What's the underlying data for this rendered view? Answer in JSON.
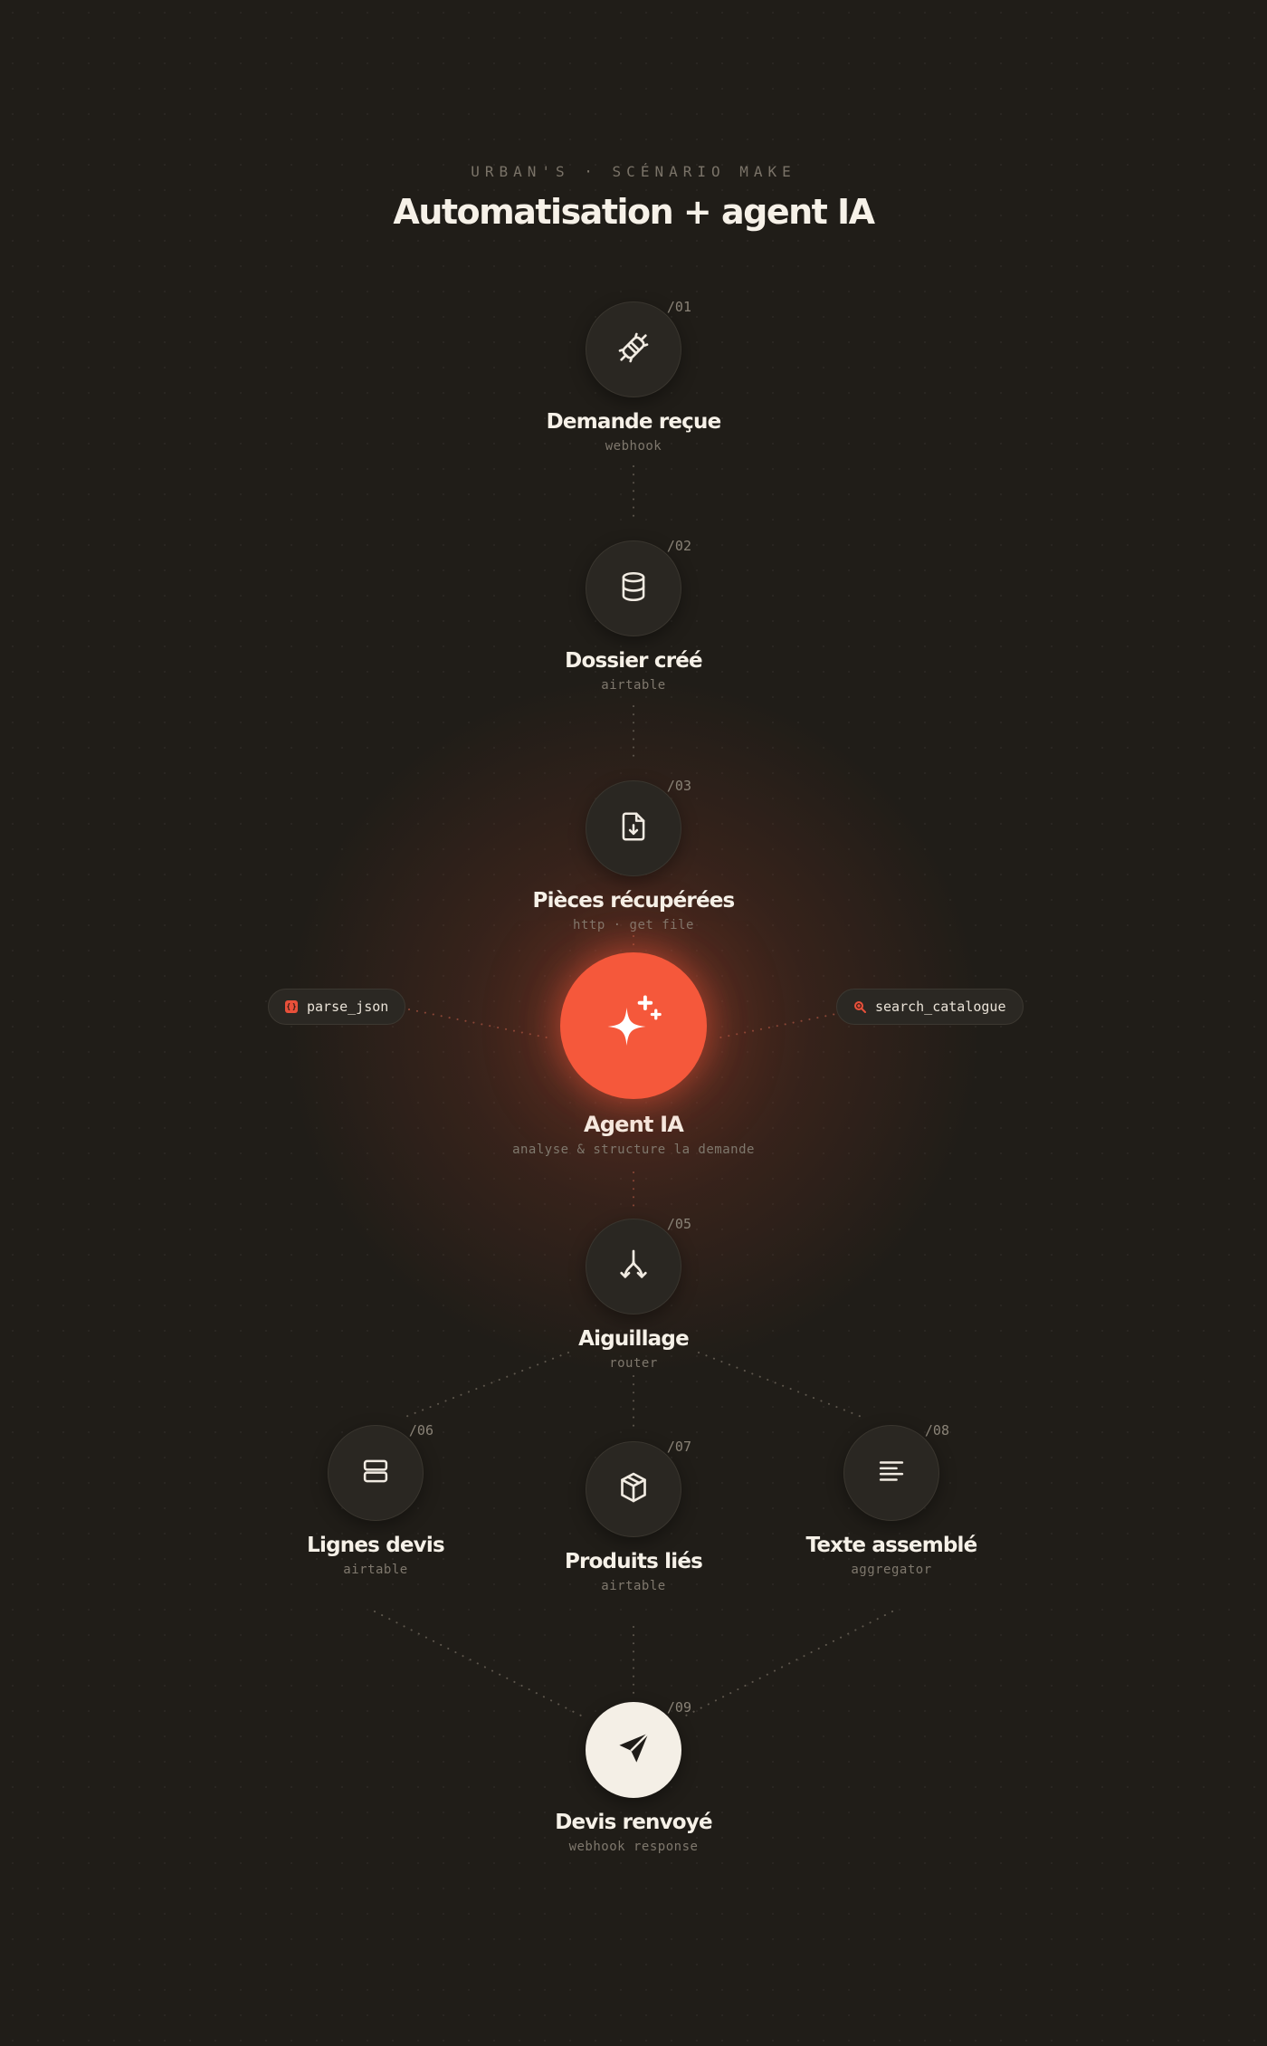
{
  "header": {
    "eyebrow": "URBAN'S · SCÉNARIO MAKE",
    "title": "Automatisation + agent IA"
  },
  "colors": {
    "background": "#201d18",
    "accent": "#f5583b",
    "node_fill": "#2a2722",
    "final_node_fill": "#f4efe6",
    "text": "#f6f1e8",
    "muted": "#7f786d"
  },
  "nodes": [
    {
      "num": "/01",
      "label": "Demande reçue",
      "sub": "webhook",
      "icon": "plug-icon"
    },
    {
      "num": "/02",
      "label": "Dossier créé",
      "sub": "airtable",
      "icon": "database-icon"
    },
    {
      "num": "/03",
      "label": "Pièces récupérées",
      "sub": "http · get file",
      "icon": "file-download-icon"
    },
    {
      "label": "Agent IA",
      "sub": "analyse & structure la demande",
      "icon": "sparkles-icon"
    },
    {
      "num": "/05",
      "label": "Aiguillage",
      "sub": "router",
      "icon": "split-arrows-icon"
    },
    {
      "num": "/06",
      "label": "Lignes devis",
      "sub": "airtable",
      "icon": "rows-icon"
    },
    {
      "num": "/07",
      "label": "Produits liés",
      "sub": "airtable",
      "icon": "box-icon"
    },
    {
      "num": "/08",
      "label": "Texte assemblé",
      "sub": "aggregator",
      "icon": "text-lines-icon"
    },
    {
      "num": "/09",
      "label": "Devis renvoyé",
      "sub": "webhook response",
      "icon": "send-icon"
    }
  ],
  "tools": [
    {
      "label": "parse_json",
      "icon": "braces-icon"
    },
    {
      "label": "search_catalogue",
      "icon": "search-icon"
    }
  ]
}
